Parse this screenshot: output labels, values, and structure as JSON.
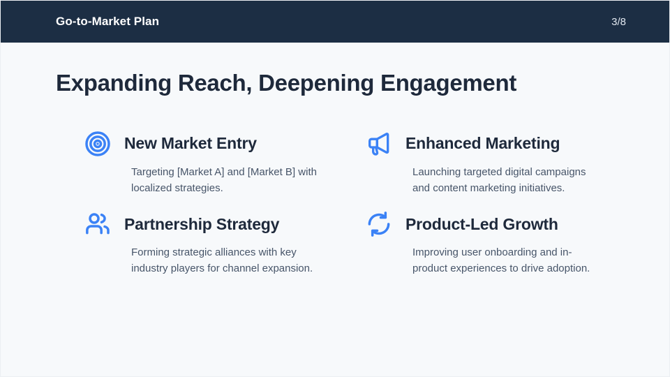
{
  "header": {
    "title": "Go-to-Market Plan",
    "page_indicator": "3/8"
  },
  "slide": {
    "title": "Expanding Reach, Deepening Engagement"
  },
  "features": [
    {
      "icon": "target-icon",
      "title": "New Market Entry",
      "description": "Targeting [Market A] and [Market B] with localized strategies."
    },
    {
      "icon": "megaphone-icon",
      "title": "Enhanced Marketing",
      "description": "Launching targeted digital campaigns and content marketing initiatives."
    },
    {
      "icon": "users-icon",
      "title": "Partnership Strategy",
      "description": "Forming strategic alliances with key industry players for channel expansion."
    },
    {
      "icon": "refresh-cycle-icon",
      "title": "Product-Led Growth",
      "description": "Improving user onboarding and in-product experiences to drive adoption."
    }
  ],
  "colors": {
    "header_background": "#1c2e44",
    "slide_background": "#f7f9fb",
    "accent": "#3b82f6",
    "heading_text": "#1e293b",
    "body_text": "#475569",
    "header_text": "#ffffff"
  }
}
